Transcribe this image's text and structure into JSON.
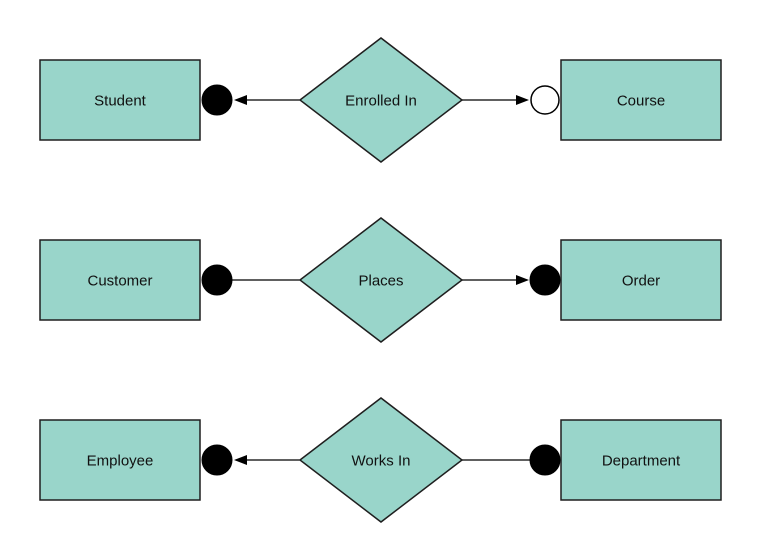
{
  "diagram": {
    "type": "entity-relationship-diagram",
    "colors": {
      "background": "#ffffff",
      "shape_fill": "#99d5ca",
      "shape_border": "#1f1f1f",
      "line": "#000000",
      "dot_filled": "#000000",
      "dot_open": "#ffffff",
      "text": "#111111"
    },
    "rows": [
      {
        "left_entity": "Student",
        "relationship": "Enrolled In",
        "right_entity": "Course",
        "left_connector": {
          "terminal": "filled-circle",
          "arrowhead": "points-left-toward-entity"
        },
        "right_connector": {
          "terminal": "open-circle",
          "arrowhead": "points-right-toward-entity"
        }
      },
      {
        "left_entity": "Customer",
        "relationship": "Places",
        "right_entity": "Order",
        "left_connector": {
          "terminal": "filled-circle",
          "arrowhead": "none"
        },
        "right_connector": {
          "terminal": "filled-circle",
          "arrowhead": "points-right-toward-entity"
        }
      },
      {
        "left_entity": "Employee",
        "relationship": "Works In",
        "right_entity": "Department",
        "left_connector": {
          "terminal": "filled-circle",
          "arrowhead": "points-left-toward-entity"
        },
        "right_connector": {
          "terminal": "filled-circle",
          "arrowhead": "none"
        }
      }
    ]
  }
}
